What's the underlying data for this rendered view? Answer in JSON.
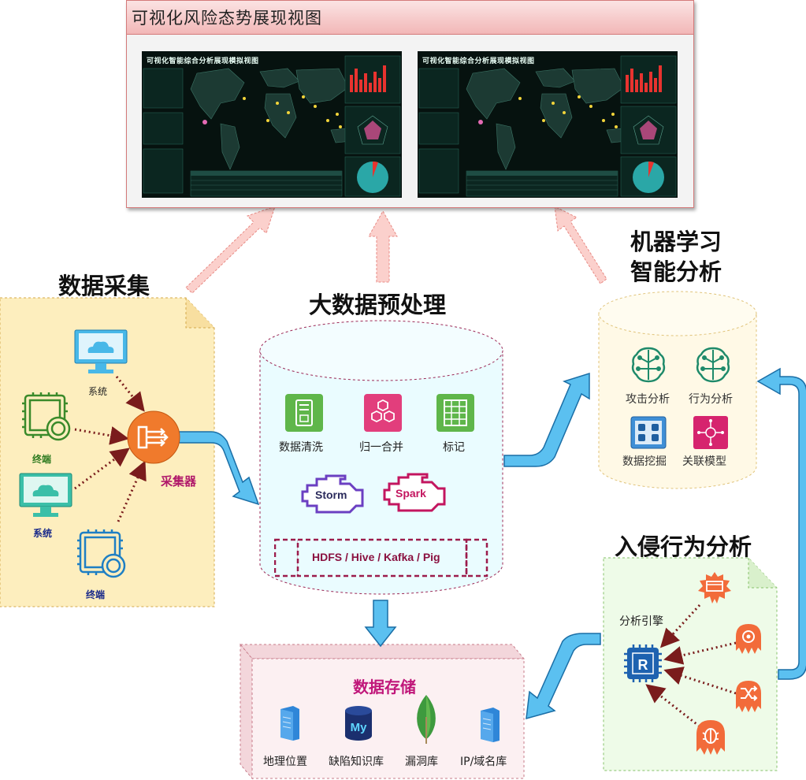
{
  "viz": {
    "title": "可视化风险态势展现视图",
    "screens": [
      {
        "title": "可视化智能综合分析展现模拟视图"
      },
      {
        "title": "可视化智能综合分析展现模拟视图"
      }
    ]
  },
  "collection": {
    "title": "数据采集",
    "collector_label": "采集器",
    "nodes": [
      {
        "label": "系统",
        "icon": "monitor-icon"
      },
      {
        "label": "终端",
        "icon": "chip-icon"
      },
      {
        "label": "系统",
        "icon": "monitor-icon"
      },
      {
        "label": "终端",
        "icon": "chip-icon"
      }
    ]
  },
  "preprocess": {
    "title": "大数据预处理",
    "items": [
      {
        "label": "数据清洗",
        "icon": "server-icon"
      },
      {
        "label": "归一合并",
        "icon": "hexagon-cluster-icon"
      },
      {
        "label": "标记",
        "icon": "table-icon"
      }
    ],
    "engines": [
      "Storm",
      "Spark"
    ],
    "stack": "HDFS / Hive / Kafka / Pig"
  },
  "ml": {
    "title_line1": "机器学习",
    "title_line2": "智能分析",
    "items": [
      {
        "label": "攻击分析",
        "icon": "brain-circuit-icon"
      },
      {
        "label": "行为分析",
        "icon": "brain-circuit-icon"
      },
      {
        "label": "数据挖掘",
        "icon": "grid-icon"
      },
      {
        "label": "关联模型",
        "icon": "network-icon"
      }
    ]
  },
  "intrusion": {
    "title": "入侵行为分析",
    "engine_label": "分析引擎"
  },
  "storage": {
    "title": "数据存储",
    "items": [
      {
        "label": "地理位置",
        "icon": "database-server-icon"
      },
      {
        "label": "缺陷知识库",
        "icon": "mysql-icon"
      },
      {
        "label": "漏洞库",
        "icon": "leaf-icon"
      },
      {
        "label": "IP/域名库",
        "icon": "database-server-icon"
      }
    ]
  },
  "colors": {
    "accent_blue": "#5bc0f0",
    "collection_bg": "#fdeebe",
    "preprocess_bg": "#eafcff",
    "storage_bg": "#fcf0f2",
    "intrusion_bg": "#eefbe8",
    "ml_bg": "#fff9e6",
    "threat_orange": "#f26b3a",
    "storage_magenta": "#c0177a"
  }
}
